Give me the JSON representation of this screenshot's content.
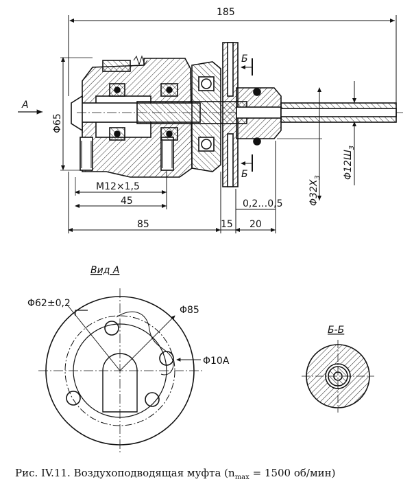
{
  "drawing": {
    "overall_length": "185",
    "dia_65": "Φ65",
    "view_arrow": "A",
    "thread": "M12×1,5",
    "len_45": "45",
    "len_85": "85",
    "len_15": "15",
    "len_20": "20",
    "gap": "0,2…0,5",
    "dia_32": "Φ32X",
    "dia_32_sub": "3",
    "dia_12": "Φ12Ш",
    "dia_12_sub": "3",
    "section_mark": "Б"
  },
  "view_a": {
    "title": "Вид А",
    "dia_62": "Φ62±0,2",
    "dia_85": "Φ85",
    "dia_10": "Φ10А"
  },
  "section_bb": {
    "title": "Б-Б"
  },
  "caption": {
    "prefix": "Рис. IV.11.",
    "text": "Воздухоподводящая муфта (n",
    "sub": "max",
    "suffix": "= 1500 об/мин)"
  }
}
